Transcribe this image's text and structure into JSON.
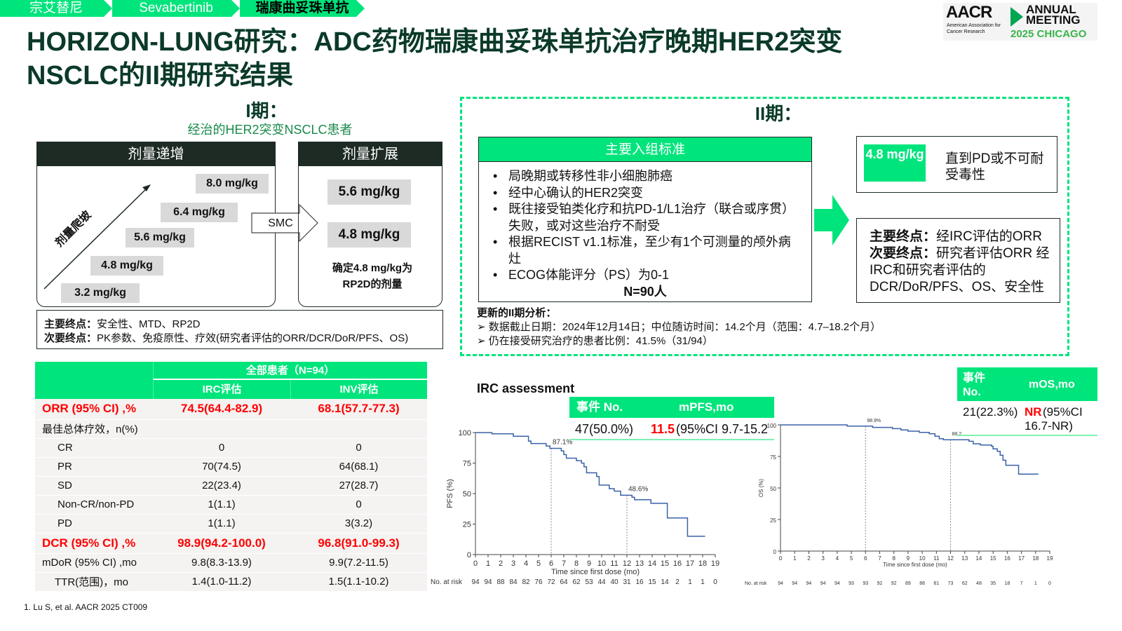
{
  "tabs": [
    "宗艾替尼",
    "Sevabertinib",
    "瑞康曲妥珠单抗"
  ],
  "logo": {
    "org": "AACR",
    "org_sub": "American Association for Cancer Research",
    "event": "ANNUAL MEETING",
    "year_city": "2025 CHICAGO"
  },
  "title": "HORIZON-LUNG研究：ADC药物瑞康曲妥珠单抗治疗晚期HER2突变NSCLC的II期研究结果",
  "phase1": {
    "heading": "I期：",
    "sub": "经治的HER2突变NSCLC患者",
    "escalation": "剂量递增",
    "climb": "剂量爬坡",
    "doses": [
      "8.0 mg/kg",
      "6.4 mg/kg",
      "5.6 mg/kg",
      "4.8 mg/kg",
      "3.2 mg/kg"
    ],
    "smc": "SMC",
    "expansion": "剂量扩展",
    "exp_doses": [
      "5.6 mg/kg",
      "4.8 mg/kg"
    ],
    "rp2d": "确定4.8 mg/kg为RP2D的剂量",
    "primary_label": "主要终点：",
    "primary": "安全性、MTD、RP2D",
    "secondary_label": "次要终点：",
    "secondary": "PK参数、免疫原性、疗效(研究者评估的ORR/DCR/DoR/PFS、OS)"
  },
  "phase2": {
    "heading": "II期：",
    "inclusion_title": "主要入组标准",
    "inclusion": [
      "局晚期或转移性非小细胞肺癌",
      "经中心确认的HER2突变",
      "既往接受铂类化疗和抗PD-1/L1治疗（联合或序贯）失败，或对这些治疗不耐受",
      "根据RECIST v1.1标准，至少有1个可测量的颅外病灶",
      "ECOG体能评分（PS）为0-1"
    ],
    "n": "N=90人",
    "dose": "4.8 mg/kg",
    "dose_desc": "直到PD或不可耐受毒性",
    "primary_label": "主要终点：",
    "primary": "经IRC评估的ORR",
    "secondary_label": "次要终点：",
    "secondary": "研究者评估ORR 经IRC和研究者评估的DCR/DoR/PFS、OS、安全性",
    "update_title": "更新的II期分析：",
    "updates": [
      "数据截止日期：2024年12月14日；中位随访时间：14.2个月（范围：4.7–18.2个月）",
      "仍在接受研究治疗的患者比例：41.5%（31/94）"
    ]
  },
  "table": {
    "group": "全部患者（N=94）",
    "cols": [
      "IRC评估",
      "INV评估"
    ],
    "rows": [
      {
        "label": "ORR (95% CI) ,%",
        "irc": "74.5(64.4-82.9)",
        "inv": "68.1(57.7-77.3)",
        "hl": true
      },
      {
        "label": "最佳总体疗效，n(%)",
        "irc": "",
        "inv": ""
      },
      {
        "label": "CR",
        "irc": "0",
        "inv": "0",
        "indent": true
      },
      {
        "label": "PR",
        "irc": "70(74.5)",
        "inv": "64(68.1)",
        "indent": true
      },
      {
        "label": "SD",
        "irc": "22(23.4)",
        "inv": "27(28.7)",
        "indent": true
      },
      {
        "label": "Non-CR/non-PD",
        "irc": "1(1.1)",
        "inv": "0",
        "indent": true
      },
      {
        "label": "PD",
        "irc": "1(1.1)",
        "inv": "3(3.2)",
        "indent": true
      },
      {
        "label": "DCR (95% CI) ,%",
        "irc": "98.9(94.2-100.0)",
        "inv": "96.8(91.0-99.3)",
        "hl": true
      },
      {
        "label": "mDoR (95% CI) ,mo",
        "irc": "9.8(8.3-13.9)",
        "inv": "9.9(7.2-11.5)"
      },
      {
        "label": "TTR(范围)，mo",
        "irc": "1.4(1.0-11.2)",
        "inv": "1.5(1.1-10.2)",
        "indent": true
      }
    ]
  },
  "irc_label": "IRC assessment",
  "pfs_summary": {
    "h1": "事件 No.",
    "h2": "mPFS,mo",
    "events": "47(50.0%)",
    "median": "11.5",
    "ci": "(95%CI 9.7-15.2"
  },
  "os_summary": {
    "h1": "事件 No.",
    "h2": "mOS,mo",
    "events": "21(22.3%)",
    "median": "NR",
    "ci": "(95%CI 16.7-NR)"
  },
  "chart_data": [
    {
      "type": "line",
      "title": "PFS",
      "ylabel": "PFS (%)",
      "xlabel": "Time since first dose (mo)",
      "xlim": [
        0,
        19
      ],
      "ylim": [
        0,
        100
      ],
      "yticks": [
        0,
        25,
        50,
        75,
        100
      ],
      "xticks": [
        0,
        1,
        2,
        3,
        4,
        5,
        6,
        7,
        8,
        9,
        10,
        11,
        12,
        13,
        14,
        15,
        16,
        17,
        18,
        19
      ],
      "annotations": [
        {
          "x": 6,
          "y": 87.1,
          "label": "87.1%"
        },
        {
          "x": 12,
          "y": 48.6,
          "label": "48.6%"
        }
      ],
      "steps": [
        [
          0,
          100
        ],
        [
          1.3,
          99
        ],
        [
          3,
          97
        ],
        [
          4.2,
          93
        ],
        [
          4.4,
          91
        ],
        [
          5.6,
          89
        ],
        [
          5.9,
          87.1
        ],
        [
          6.8,
          85
        ],
        [
          7,
          82
        ],
        [
          7.2,
          79
        ],
        [
          8,
          77
        ],
        [
          8.4,
          75
        ],
        [
          8.6,
          72
        ],
        [
          8.8,
          67
        ],
        [
          9.6,
          64
        ],
        [
          9.8,
          57
        ],
        [
          10.6,
          54
        ],
        [
          11,
          52
        ],
        [
          11.5,
          48.6
        ],
        [
          12.4,
          47
        ],
        [
          12.6,
          45
        ],
        [
          13.9,
          42
        ],
        [
          15.2,
          30
        ],
        [
          16.8,
          15
        ],
        [
          18.2,
          15
        ]
      ],
      "at_risk_label": "No. at risk",
      "at_risk": [
        94,
        94,
        88,
        84,
        82,
        76,
        72,
        64,
        62,
        53,
        44,
        40,
        31,
        16,
        15,
        14,
        2,
        1,
        1,
        0
      ]
    },
    {
      "type": "line",
      "title": "OS",
      "ylabel": "OS (%)",
      "xlabel": "Time since first dose (mo)",
      "xlim": [
        0,
        19
      ],
      "ylim": [
        0,
        100
      ],
      "yticks": [
        0,
        25,
        50,
        75,
        100
      ],
      "xticks": [
        0,
        1,
        2,
        3,
        4,
        5,
        6,
        7,
        8,
        9,
        10,
        11,
        12,
        13,
        14,
        15,
        16,
        17,
        18,
        19
      ],
      "annotations": [
        {
          "x": 6,
          "y": 98.9,
          "label": "98.9%"
        },
        {
          "x": 12,
          "y": 88.2,
          "label": "88.2"
        }
      ],
      "steps": [
        [
          0,
          100
        ],
        [
          4.7,
          99
        ],
        [
          6.5,
          98
        ],
        [
          7.9,
          97
        ],
        [
          8.5,
          96
        ],
        [
          9,
          95
        ],
        [
          9.8,
          94
        ],
        [
          10.5,
          93
        ],
        [
          10.9,
          91
        ],
        [
          11.2,
          89
        ],
        [
          11.5,
          88.2
        ],
        [
          13.3,
          87
        ],
        [
          13.6,
          85
        ],
        [
          14.1,
          84
        ],
        [
          14.9,
          83
        ],
        [
          15,
          81
        ],
        [
          15.3,
          79
        ],
        [
          15.5,
          76
        ],
        [
          15.7,
          72
        ],
        [
          15.9,
          68
        ],
        [
          16.8,
          61
        ],
        [
          18.2,
          61
        ]
      ],
      "at_risk_label": "No. at risk",
      "at_risk": [
        94,
        94,
        94,
        94,
        94,
        93,
        93,
        92,
        92,
        89,
        88,
        81,
        73,
        62,
        48,
        35,
        18,
        7,
        1,
        0
      ]
    }
  ],
  "footnote": "1. Lu S, et al. AACR 2025 CT009"
}
